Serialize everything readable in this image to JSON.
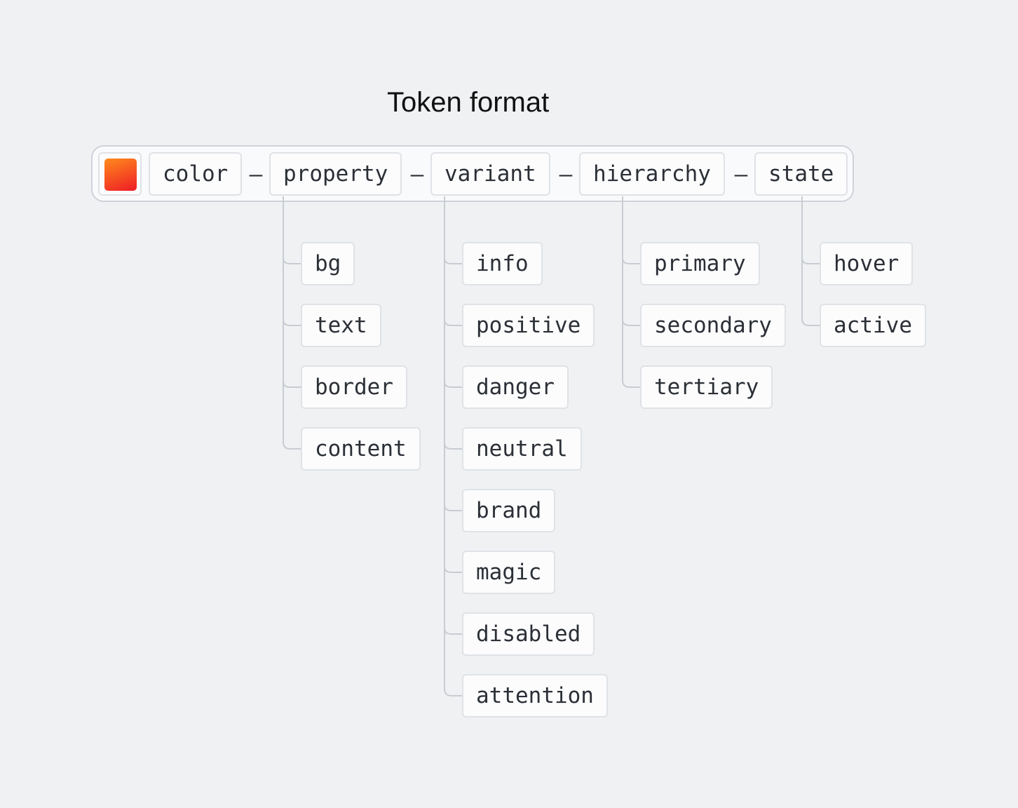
{
  "title": "Token format",
  "swatch": {
    "gradient_colors": [
      "#ff8a1c",
      "#ee1c26"
    ]
  },
  "segments": [
    "color",
    "property",
    "variant",
    "hierarchy",
    "state"
  ],
  "separator": "–",
  "options": {
    "property": [
      "bg",
      "text",
      "border",
      "content"
    ],
    "variant": [
      "info",
      "positive",
      "danger",
      "neutral",
      "brand",
      "magic",
      "disabled",
      "attention"
    ],
    "hierarchy": [
      "primary",
      "secondary",
      "tertiary"
    ],
    "state": [
      "hover",
      "active"
    ]
  },
  "colors": {
    "background": "#f0f1f3",
    "chip_border": "#dfe2e6",
    "connector": "#c8ccd2"
  }
}
